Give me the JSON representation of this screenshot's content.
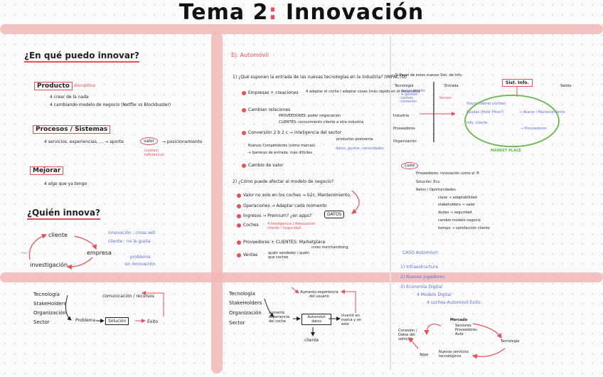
{
  "title": {
    "main": "Tema 2",
    "colon": ":",
    "rest": "Innovación"
  },
  "col1": {
    "heading": "¿En qué puedo innovar?",
    "producto": {
      "label": "Producto",
      "note": "disruptivo",
      "l1": "4 crear de la nada",
      "l2": "4 cambiando modelo de negocio (Netflix vs Blockbuster)"
    },
    "procesos": {
      "label": "Procesos / Sistemas",
      "line": "4 servicios, experiencias, ... → aporte",
      "valor": "valor",
      "after": "→ posicionamiento",
      "sub": "(costes)\n(eficiencia)"
    },
    "mejorar": {
      "label": "Mejorar",
      "line": "4 algo que ya tengo"
    },
    "heading2": "¿Quién innova?",
    "cycle": {
      "cliente": "cliente",
      "empresa": "empresa",
      "investigacion": "investigación",
      "dots": "..."
    },
    "blue_note": {
      "l1": "innovación : cross sell",
      "l2": "cliente : no le gusta",
      "l3": "problema",
      "l4": "en innovación"
    },
    "bottom": {
      "list": [
        "Tecnología",
        "StakeHolders",
        "Organización",
        "Sector"
      ],
      "problema": "Problema",
      "solucion": "Solución",
      "exito": "Éxito",
      "top": "comunicación / recursos"
    }
  },
  "col2": {
    "heading": "Ej: Automóvil",
    "q1": "1) ¿Qué suponen la entrada de las nuevas tecnologías en la industria? (IMPACTO)",
    "a1": "Empresas + creaciones",
    "a1_note": "4 adaptar el coche / adoptar cosas (más rápido en el desarrollo)",
    "a2": "Cambian relaciones",
    "a2_prov": "PROVEEDORES: poder negociación",
    "a2_cli": "CLIENTES: conocimiento cliente a otra industria",
    "a3": "Conversión 2 b 2 c → inteligencia del sector",
    "a3_note": "productos postventa",
    "a4": "Nuevos Competidores (como marcas)",
    "a4b": "+ barreras de entrada, más difíciles",
    "a4_note": "datos, gustos, necesidades",
    "a5": "Cambio de valor",
    "q2": "2) ¿Cómo puede afectar al modelo de negocio?",
    "b1": "Valor no solo en los coches → b2c, Mantenimiento,",
    "b2": "Operaciones → Adaptar cada momento",
    "b3": "Ingresos → Premium? ¿en apps?",
    "b3_box": "DATOS",
    "b4": "Coches",
    "b4_note": "4 Inteligencia / Adecuación cliente / Seguridad",
    "b5": "Proveedores + CLIENTES: Marketplace",
    "b5_note": "cross merchandising",
    "b6": "Ventas",
    "b6_note": "quién vendedor / quién que coches",
    "bottom": {
      "list": [
        "Tecnología",
        "StakeHolders",
        "Organización",
        "Sector"
      ],
      "top": "Aumento experiencia del usuario",
      "left": "aumento experiencia del coche",
      "center": "Automóvil datos",
      "right": "invertir en marca y en esto",
      "bottom": "cliente"
    }
  },
  "col3": {
    "heading": "3) Papel de estos nuevos Sist. de Info.",
    "list": [
      "Tecnología",
      "Industria",
      "Proveedores",
      "Organización"
    ],
    "tech_sub": "- nueva ámbito\n- + gestión\n- coches\n- conexión",
    "entrada": "Entrada",
    "sist_box": "Sist. Info.",
    "salida": "Salida",
    "sensor": "Sensor",
    "oval": [
      "Visual (liderar coches)",
      "Ayudas (Pedir Pitos?)",
      "Info. cliente",
      "→ Atacar / Mantenimiento",
      "→ Proveedores"
    ],
    "oval_note": "MARKET PLACE",
    "coste": "Coste",
    "coste_list": [
      "Proveedores: innovación como el ®",
      "Solución: Ecu",
      "Retos / Oportunidades"
    ],
    "coste_sub": [
      "clave → adaptabilidad",
      "stakeholders → valor",
      "dudas → seguridad",
      "cambio modelo negocio",
      "tiempo → satisfacción cliente"
    ],
    "caso_title": "CASO Automóvil:",
    "caso": [
      "1) Infraestructura",
      "2) Nuevos Jugadores",
      "3) Economía Digital",
      "4 Modelo Digital",
      "4 coches Automóvil Éxito"
    ],
    "cycle": {
      "top": "Mercado",
      "top_list": "Sensores\nProveedores\nAuto",
      "right": "Tecnología",
      "left": "Conexión / Datos del vehículo",
      "bottom": "Apps",
      "bottom_list": "Nuevos servicios tecnológicos"
    }
  }
}
